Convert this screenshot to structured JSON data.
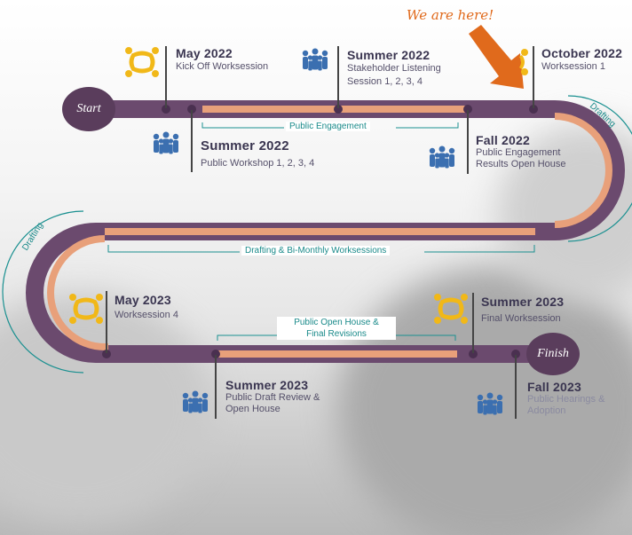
{
  "here_label": "We are here!",
  "start_label": "Start",
  "finish_label": "Finish",
  "milestones": [
    {
      "date": "May 2022",
      "desc": [
        "Kick Off Worksession"
      ]
    },
    {
      "date": "Summer 2022",
      "desc": [
        "Stakeholder Listening",
        "Session 1, 2, 3, 4"
      ]
    },
    {
      "date": "October 2022",
      "desc": [
        "Worksession 1"
      ]
    },
    {
      "date": "Summer 2022",
      "desc": [
        "Public Workshop 1, 2, 3, 4"
      ]
    },
    {
      "date": "Fall 2022",
      "desc": [
        "Public Engagement",
        "Results Open House"
      ]
    },
    {
      "date": "May 2023",
      "desc": [
        "Worksession 4"
      ]
    },
    {
      "date": "Summer 2023",
      "desc": [
        "Final Worksession"
      ]
    },
    {
      "date": "Summer 2023",
      "desc": [
        "Public Draft Review &",
        "Open House"
      ]
    },
    {
      "date": "Fall 2023",
      "desc": [
        "Public Hearings &",
        "Adoption"
      ]
    }
  ],
  "bands": {
    "public_engagement": "Public Engagement",
    "drafting_bimonthly": "Drafting & Bi-Monthly Worksessions",
    "open_house_line1": "Public Open House &",
    "open_house_line2": "Final Revisions",
    "drafting": "Drafting"
  },
  "colors": {
    "track": "#6b4a6e",
    "inner": "#e8a07a",
    "node": "#5a3d5c",
    "accent": "#e06a1c",
    "teal": "#1a8a8a",
    "people": "#3b6fb0",
    "hands": "#f1b818"
  },
  "icons": {
    "people": "people-group-icon",
    "hands": "joined-hands-icon",
    "arrow": "arrow-icon"
  }
}
